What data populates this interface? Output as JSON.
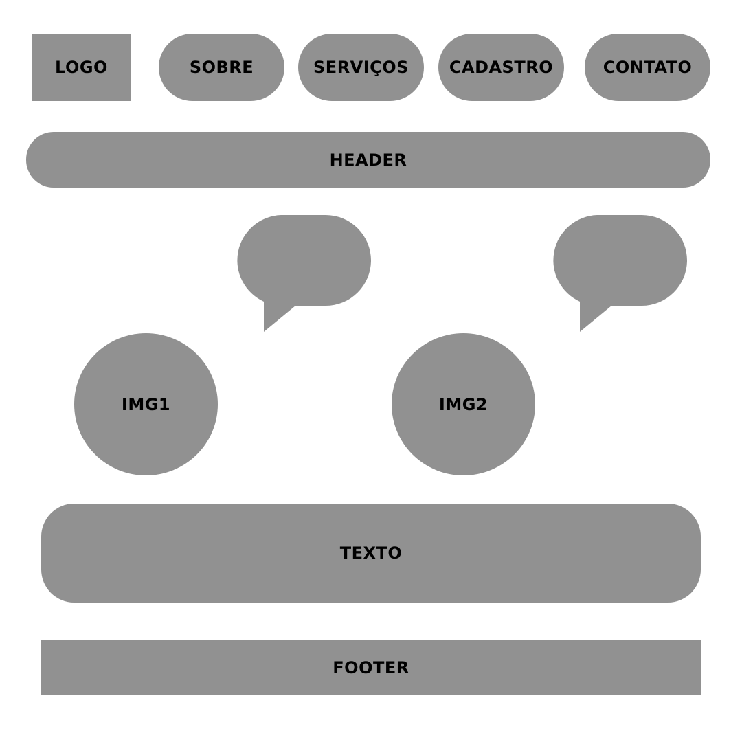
{
  "colors": {
    "block_fill": "#919191",
    "text": "#000000",
    "background": "#ffffff"
  },
  "nav": {
    "logo": "LOGO",
    "sobre": "SOBRE",
    "servicos": "SERVIÇOS",
    "cadastro": "CADASTRO",
    "contato": "CONTATO"
  },
  "header": "HEADER",
  "images": {
    "img1": "IMG1",
    "img2": "IMG2"
  },
  "texto": "TEXTO",
  "footer": "FOOTER",
  "icons": [
    "speech-bubble-icon",
    "speech-bubble-icon"
  ]
}
